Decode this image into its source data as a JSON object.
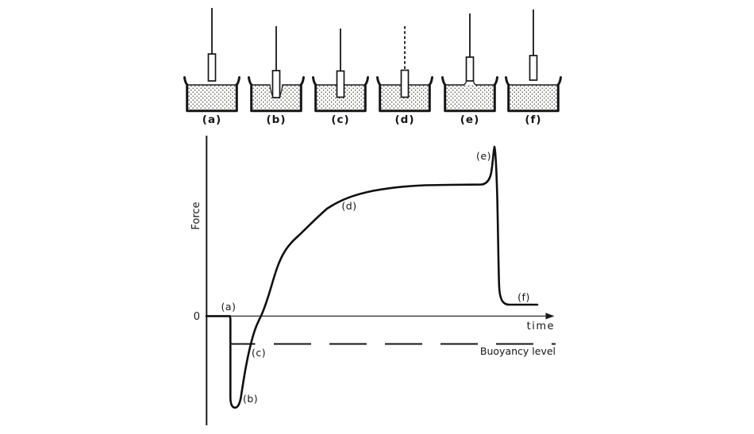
{
  "page": {
    "background_color": "#ffffff",
    "ink_color": "#1a1a1a",
    "description": "Force-time trace for plate immersion and detachment with six probe stages sketched above the graph"
  },
  "figures": {
    "items": [
      {
        "id": "a",
        "label": "(a)"
      },
      {
        "id": "b",
        "label": "(b)"
      },
      {
        "id": "c",
        "label": "(c)"
      },
      {
        "id": "d",
        "label": "(d)"
      },
      {
        "id": "e",
        "label": "(e)"
      },
      {
        "id": "f",
        "label": "(f)"
      }
    ]
  },
  "chart": {
    "y_axis_label": "Force",
    "x_axis_label": "time",
    "origin_tick_label": "0",
    "buoyancy_line_label": "Buoyancy level",
    "point_labels": {
      "a": "(a)",
      "b": "(b)",
      "c": "(c)",
      "d": "(d)",
      "e": "(e)",
      "f": "(f)"
    }
  },
  "chart_data": {
    "type": "line",
    "title": "",
    "xlabel": "time",
    "ylabel": "Force",
    "x_unit": "arbitrary (no numeric ticks shown)",
    "y_unit": "arbitrary (only 0 labelled)",
    "xlim": [
      0,
      4.3
    ],
    "ylim": [
      -1.4,
      2.3
    ],
    "grid": false,
    "legend": "none",
    "reference_lines": [
      {
        "label": "Buoyancy level",
        "y": -0.35,
        "style": "long-dash"
      }
    ],
    "series": [
      {
        "name": "force trace",
        "points": [
          [
            0,
            0
          ],
          [
            0.3,
            0
          ],
          [
            0.31,
            -1.0
          ],
          [
            0.33,
            -1.15
          ],
          [
            0.36,
            -1.13
          ],
          [
            0.45,
            -0.65
          ],
          [
            0.57,
            -0.35
          ],
          [
            0.69,
            0
          ],
          [
            0.88,
            0.58
          ],
          [
            1.13,
            1.04
          ],
          [
            1.4,
            1.3
          ],
          [
            1.72,
            1.48
          ],
          [
            2.1,
            1.6
          ],
          [
            2.5,
            1.64
          ],
          [
            2.8,
            1.65
          ],
          [
            3.2,
            1.65
          ],
          [
            3.46,
            1.66
          ],
          [
            3.58,
            1.78
          ],
          [
            3.63,
            2.14
          ],
          [
            3.66,
            1.46
          ],
          [
            3.68,
            0.43
          ],
          [
            3.75,
            0.14
          ],
          [
            3.95,
            0.14
          ],
          [
            4.17,
            0.14
          ]
        ]
      }
    ],
    "key_points": [
      {
        "label": "(a)",
        "x": 0.3,
        "y": 0
      },
      {
        "label": "(b)",
        "x": 0.34,
        "y": -1.15
      },
      {
        "label": "(c)",
        "x": 0.57,
        "y": -0.35
      },
      {
        "label": "(d)",
        "x": 1.78,
        "y": 1.4
      },
      {
        "label": "(e)",
        "x": 3.63,
        "y": 2.14
      },
      {
        "label": "(f)",
        "x": 4.0,
        "y": 0.14
      }
    ]
  }
}
